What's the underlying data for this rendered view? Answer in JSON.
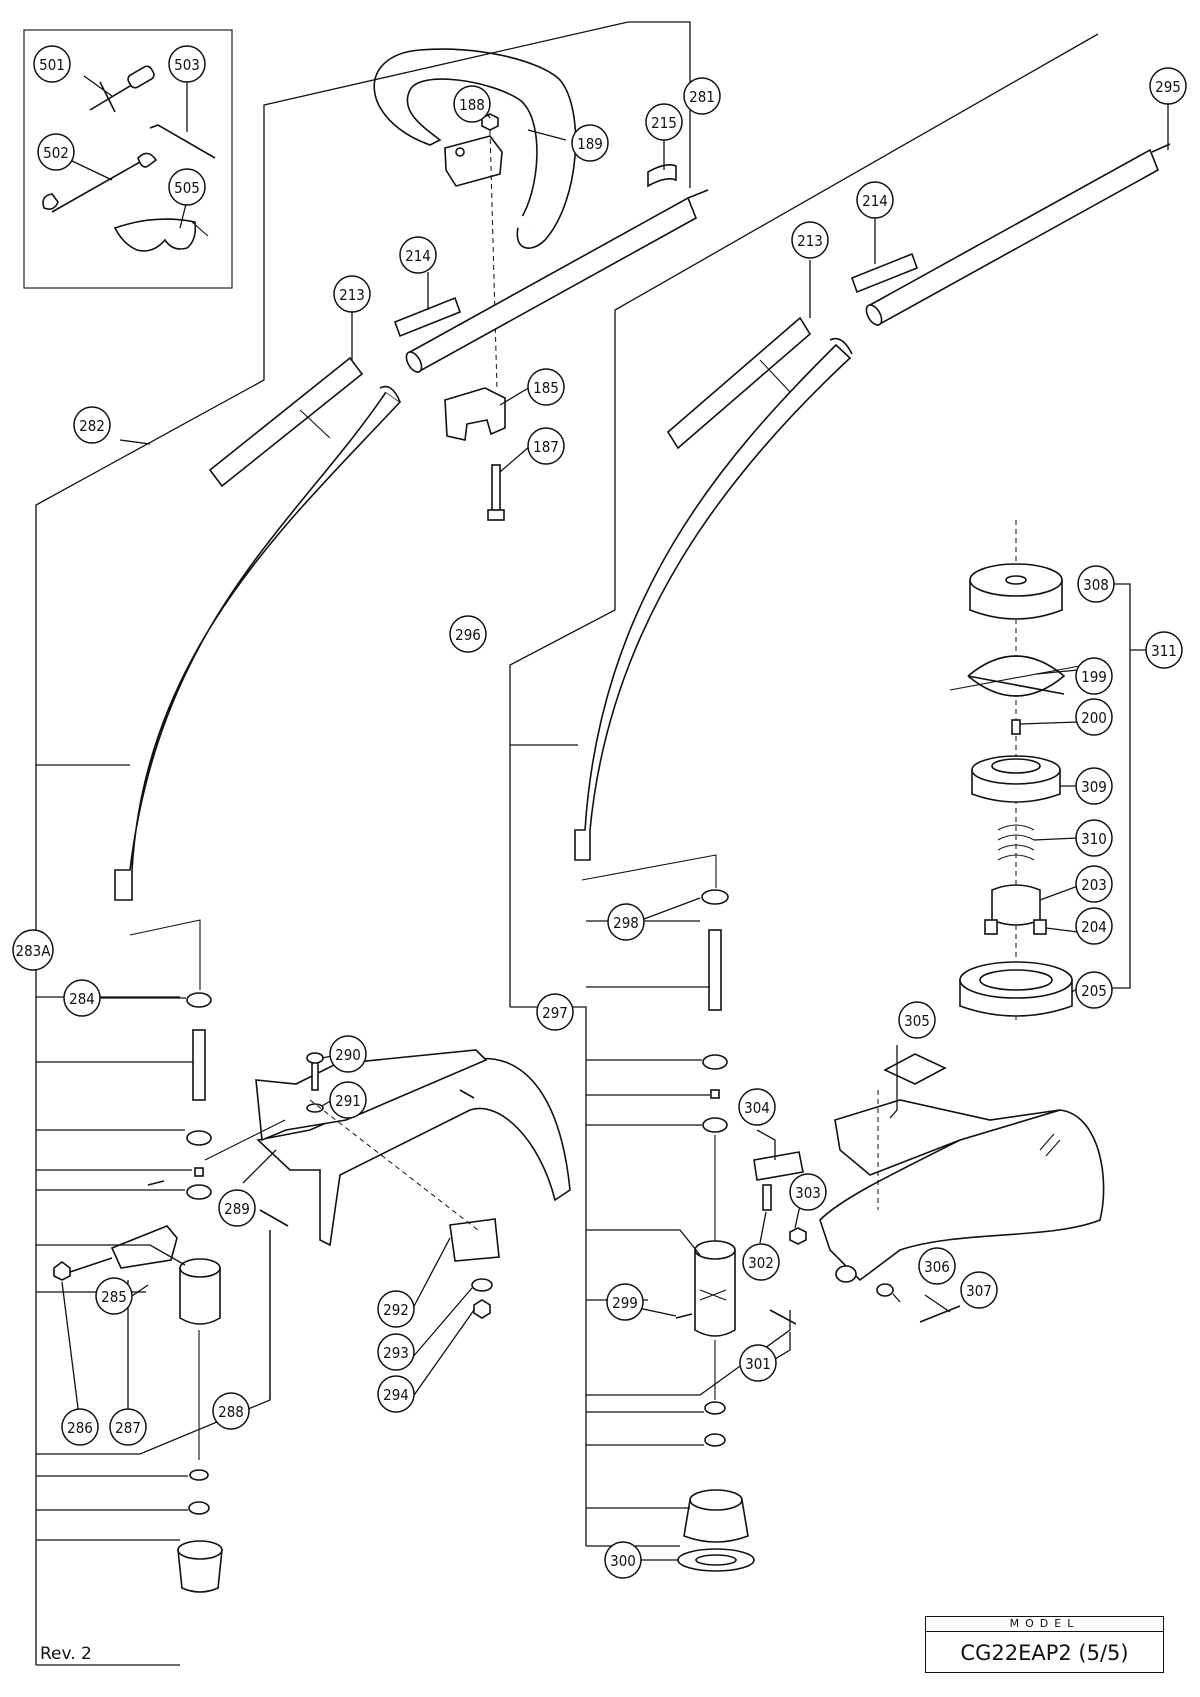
{
  "callouts": [
    {
      "id": "501",
      "label": "501"
    },
    {
      "id": "503",
      "label": "503"
    },
    {
      "id": "502",
      "label": "502"
    },
    {
      "id": "505",
      "label": "505"
    },
    {
      "id": "188",
      "label": "188"
    },
    {
      "id": "189",
      "label": "189"
    },
    {
      "id": "215",
      "label": "215"
    },
    {
      "id": "281",
      "label": "281"
    },
    {
      "id": "295",
      "label": "295"
    },
    {
      "id": "214a",
      "label": "214"
    },
    {
      "id": "214b",
      "label": "214"
    },
    {
      "id": "213a",
      "label": "213"
    },
    {
      "id": "213b",
      "label": "213"
    },
    {
      "id": "185",
      "label": "185"
    },
    {
      "id": "187",
      "label": "187"
    },
    {
      "id": "282",
      "label": "282"
    },
    {
      "id": "296",
      "label": "296"
    },
    {
      "id": "308",
      "label": "308"
    },
    {
      "id": "311",
      "label": "311"
    },
    {
      "id": "199",
      "label": "199"
    },
    {
      "id": "200",
      "label": "200"
    },
    {
      "id": "309",
      "label": "309"
    },
    {
      "id": "310",
      "label": "310"
    },
    {
      "id": "203",
      "label": "203"
    },
    {
      "id": "204",
      "label": "204"
    },
    {
      "id": "205",
      "label": "205"
    },
    {
      "id": "283A",
      "label": "283A"
    },
    {
      "id": "298",
      "label": "298"
    },
    {
      "id": "297",
      "label": "297"
    },
    {
      "id": "284",
      "label": "284"
    },
    {
      "id": "290",
      "label": "290"
    },
    {
      "id": "291",
      "label": "291"
    },
    {
      "id": "305",
      "label": "305"
    },
    {
      "id": "304",
      "label": "304"
    },
    {
      "id": "303",
      "label": "303"
    },
    {
      "id": "289",
      "label": "289"
    },
    {
      "id": "302",
      "label": "302"
    },
    {
      "id": "285",
      "label": "285"
    },
    {
      "id": "292",
      "label": "292"
    },
    {
      "id": "299",
      "label": "299"
    },
    {
      "id": "306",
      "label": "306"
    },
    {
      "id": "307",
      "label": "307"
    },
    {
      "id": "293",
      "label": "293"
    },
    {
      "id": "301",
      "label": "301"
    },
    {
      "id": "294",
      "label": "294"
    },
    {
      "id": "288",
      "label": "288"
    },
    {
      "id": "286",
      "label": "286"
    },
    {
      "id": "287",
      "label": "287"
    },
    {
      "id": "300",
      "label": "300"
    }
  ],
  "footer": {
    "revision": "Rev. 2",
    "model_label": "MODEL",
    "model_value": "CG22EAP2 (5/5)"
  }
}
